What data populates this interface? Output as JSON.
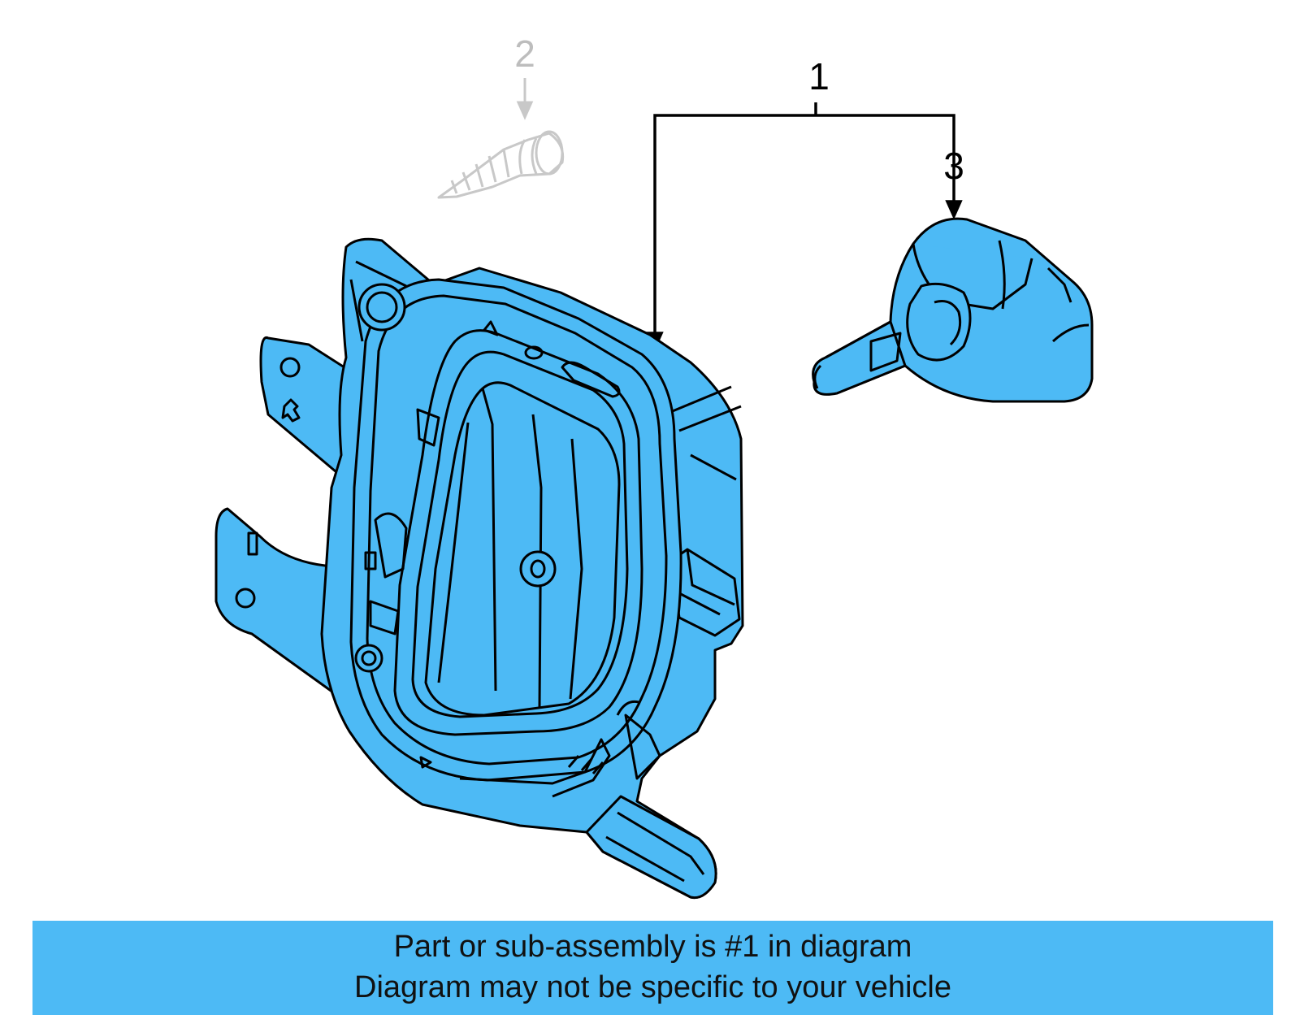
{
  "callouts": {
    "part1": "1",
    "part2": "2",
    "part3": "3"
  },
  "notice": {
    "line1": "Part or sub-assembly is #1 in diagram",
    "line2": "Diagram may not be specific to your vehicle"
  },
  "colors": {
    "part_fill": "#4dbaf5",
    "outline": "#000000",
    "ghost_part": "#c8c8c8",
    "banner": "#4dbaf5"
  }
}
